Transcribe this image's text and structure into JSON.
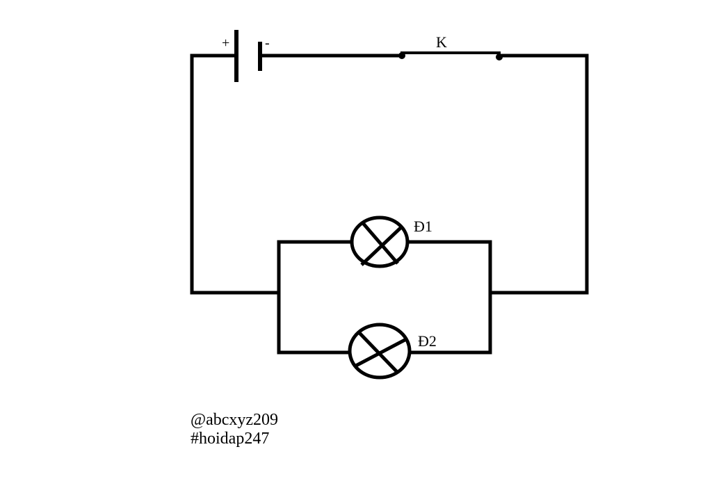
{
  "diagram": {
    "battery": {
      "positive_sign": "+",
      "negative_sign": "-"
    },
    "switch": {
      "label": "K"
    },
    "lamps": [
      {
        "label": "Đ1"
      },
      {
        "label": "Đ2"
      }
    ],
    "colors": {
      "wire": "#000000",
      "background": "#ffffff"
    }
  },
  "watermark": {
    "author": "@abcxyz209",
    "tag": "#hoidap247"
  }
}
